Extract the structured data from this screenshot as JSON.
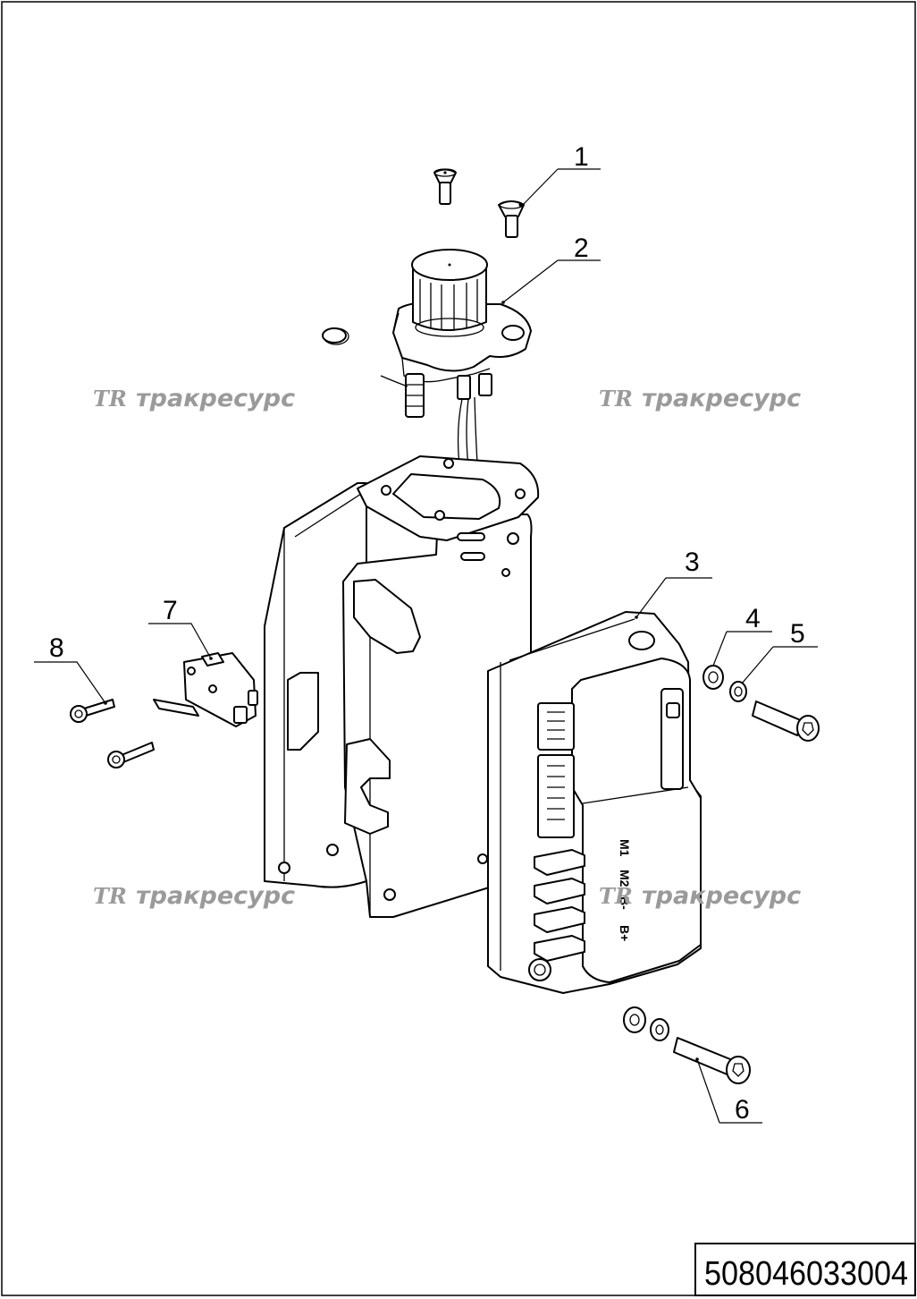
{
  "drawing_code": "508046033004",
  "watermark": {
    "logo_text": "TR",
    "brand_text": "тракресурс"
  },
  "unit_labels": [
    "M1",
    "M2",
    "B-",
    "B+"
  ],
  "callouts": [
    {
      "number": "1"
    },
    {
      "number": "2"
    },
    {
      "number": "3"
    },
    {
      "number": "4"
    },
    {
      "number": "5"
    },
    {
      "number": "6"
    },
    {
      "number": "7"
    },
    {
      "number": "8"
    }
  ],
  "colors": {
    "line": "#000000",
    "watermark": "#9a9a9a",
    "background": "#ffffff"
  }
}
